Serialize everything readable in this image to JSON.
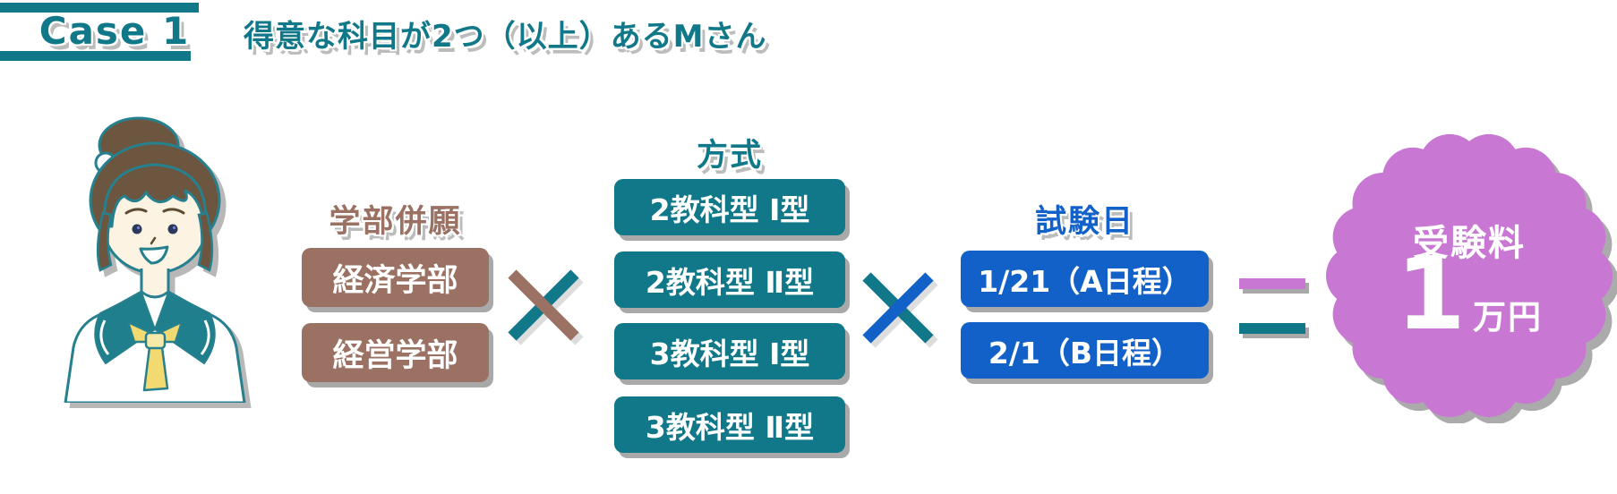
{
  "header": {
    "case_label": "Case 1",
    "title": "得意な科目が2つ（以上）あるMさん"
  },
  "colors": {
    "teal": "#107888",
    "brown": "#9A7163",
    "blue": "#1261C9",
    "purple": "#C878D2",
    "shadow": "#A9A9A9"
  },
  "faculty": {
    "label": "学部併願",
    "items": [
      "経済学部",
      "経営学部"
    ]
  },
  "method": {
    "label": "方式",
    "items": [
      "2教科型 Ⅰ型",
      "2教科型 Ⅱ型",
      "3教科型 Ⅰ型",
      "3教科型 Ⅱ型"
    ]
  },
  "schedule": {
    "label": "試験日",
    "items": [
      "1/21（A日程）",
      "2/1（B日程）"
    ]
  },
  "operators": {
    "multiply": "×",
    "equals": "＝"
  },
  "result": {
    "label": "受験料",
    "amount": "1",
    "unit": "万円"
  }
}
